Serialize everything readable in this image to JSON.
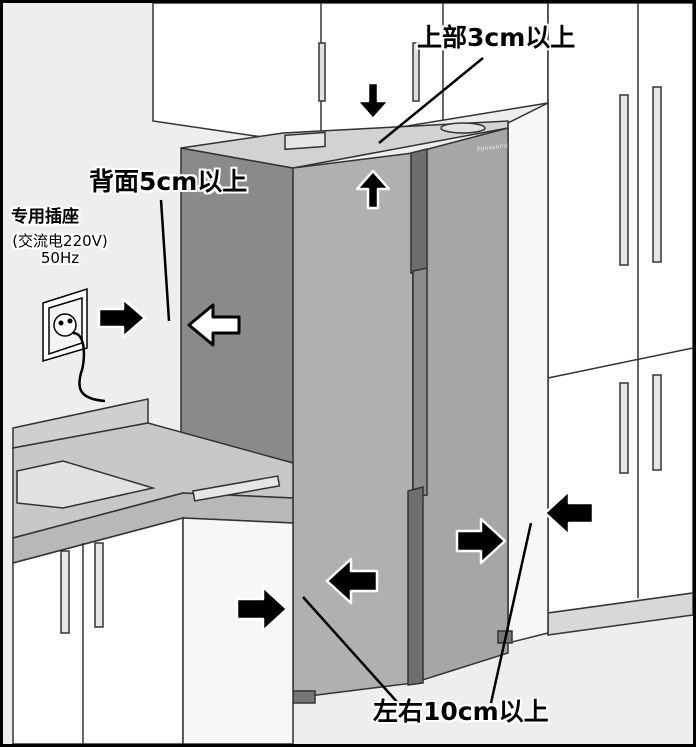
{
  "labels": {
    "top_clearance": "上部3cm以上",
    "back_clearance": "背面5cm以上",
    "side_clearance": "左右10cm以上",
    "outlet_title": "专用插座",
    "outlet_spec_line1": "(交流电220V)",
    "outlet_spec_line2": "50Hz",
    "brand": "Panasonic"
  },
  "colors": {
    "frame": "#000000",
    "wall": "#f0f0f0",
    "cabinet": "#ffffff",
    "fridge_side": "#8a8a8a",
    "fridge_door": "#a9a9a9",
    "fridge_top": "#d0d0d0",
    "countertop": "#c4c4c4",
    "arrow": "#000000"
  },
  "icons": [
    "arrow-down-icon",
    "arrow-up-icon",
    "arrow-right-icon",
    "arrow-left-icon",
    "power-outlet-icon"
  ]
}
